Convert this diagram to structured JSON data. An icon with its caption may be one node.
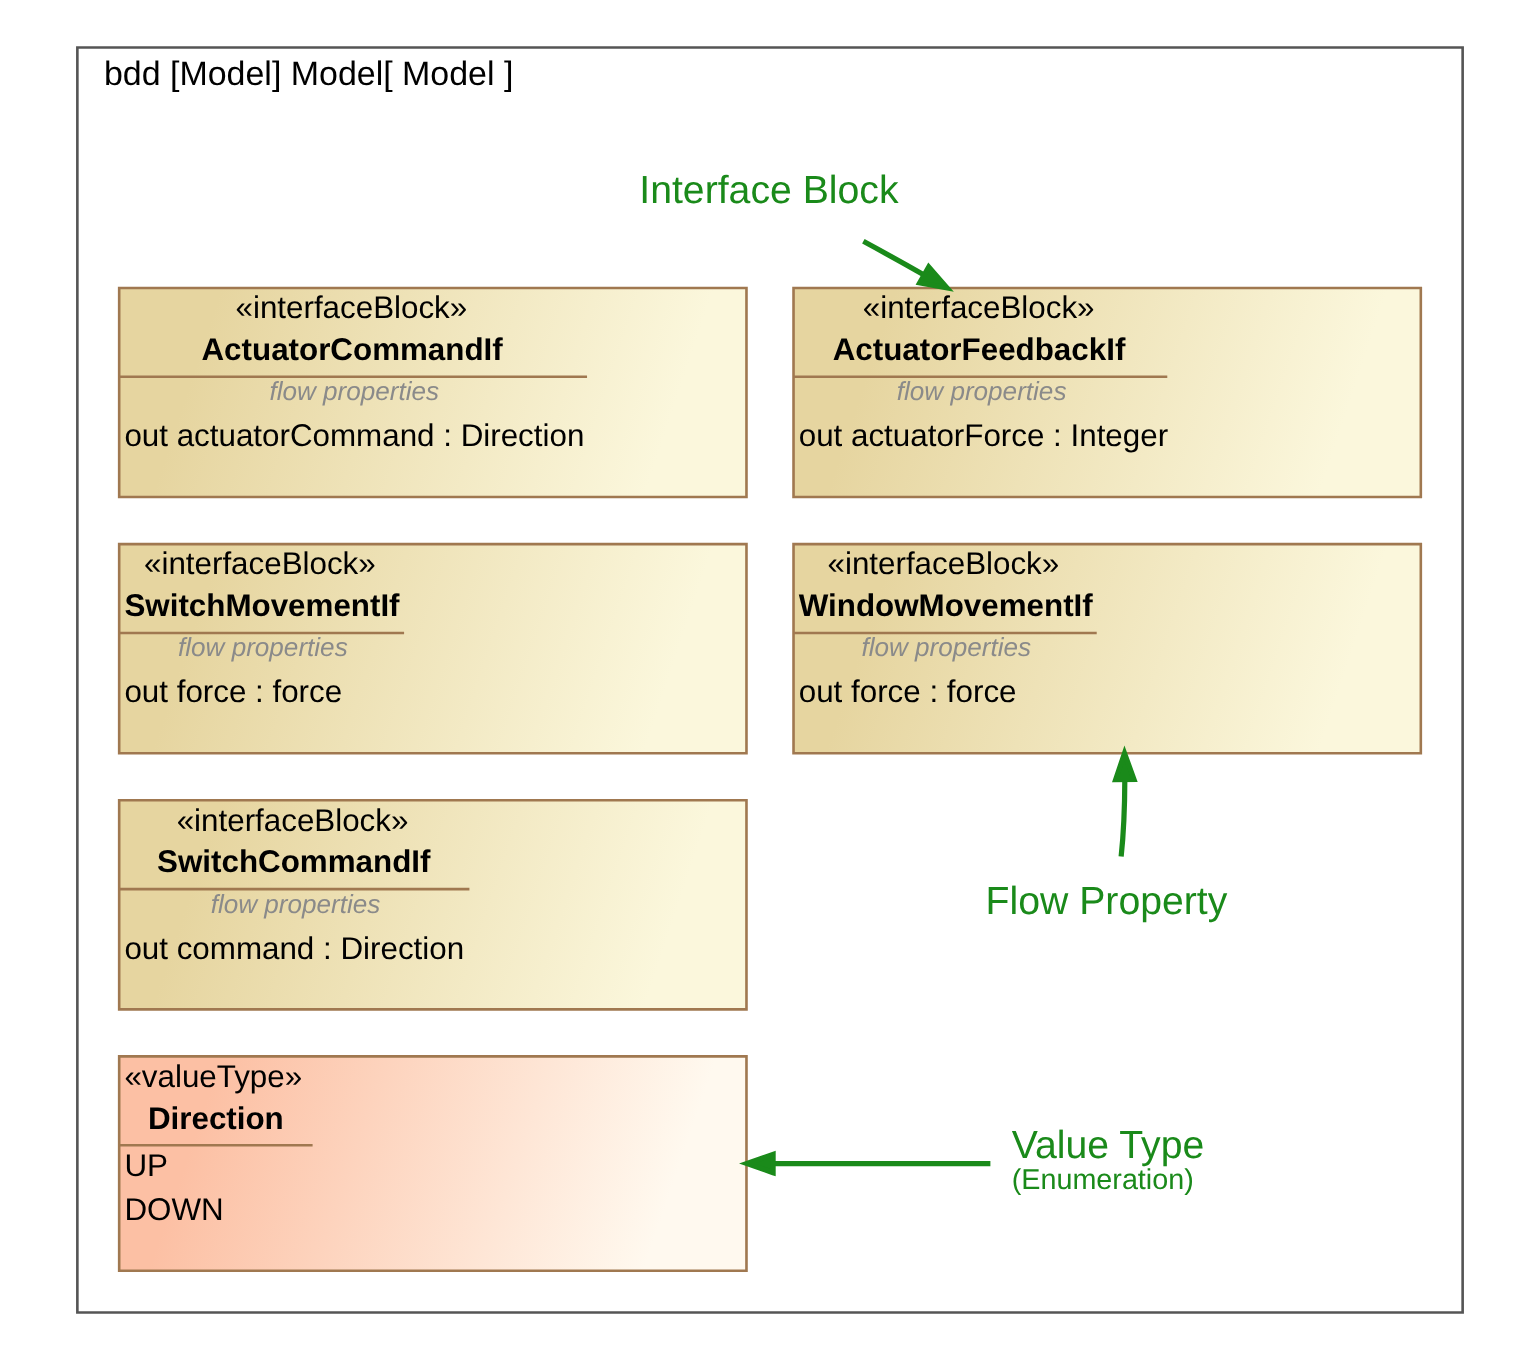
{
  "diagram": {
    "nodes": [
      {
        "text": [
          "bdd [Model] Model[ Model ]"
        ]
      },
      {
        "text": [
          "«interfaceBlock»",
          "ActuatorCommandIf",
          "flow properties",
          "out actuatorCommand : Direction"
        ],
        "in": 0
      },
      {
        "text": [
          "«interfaceBlock»",
          "ActuatorFeedbackIf",
          "flow properties",
          "out actuatorForce : Integer"
        ],
        "in": 0
      },
      {
        "text": [
          "«interfaceBlock»",
          "SwitchMovementIf",
          "flow properties",
          "out force : force"
        ],
        "in": 0
      },
      {
        "text": [
          "«interfaceBlock»",
          "WindowMovementIf",
          "flow properties",
          "out force : force"
        ],
        "in": 0
      },
      {
        "text": [
          "«interfaceBlock»",
          "SwitchCommandIf",
          "flow properties",
          "out command : Direction"
        ],
        "in": 0
      },
      {
        "text": [
          "«valueType»",
          "Direction",
          "UP",
          "DOWN"
        ],
        "in": 0
      },
      {
        "text": [
          "Interface Block"
        ],
        "in": 0
      },
      {
        "text": [
          "Flow Property"
        ],
        "in": 0
      },
      {
        "text": [
          "Value Type",
          "(Enumeration)"
        ],
        "in": 0
      }
    ],
    "edges": [
      {
        "from": 7,
        "to": 2,
        "arrow": "to"
      },
      {
        "from": 8,
        "to": 4,
        "arrow": "to"
      },
      {
        "from": 9,
        "to": 6,
        "arrow": "to"
      }
    ]
  }
}
